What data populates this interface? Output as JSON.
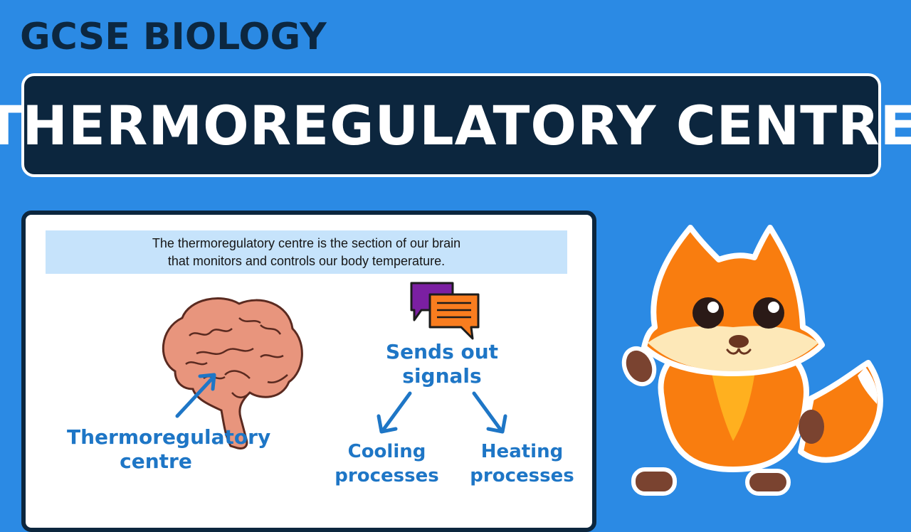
{
  "header": {
    "subject": "GCSE BIOLOGY",
    "title": "THERMOREGULATORY CENTRE"
  },
  "card": {
    "definition_line1": "The thermoregulatory centre is the section of our brain",
    "definition_line2": "that monitors and controls our body temperature.",
    "brain_label_line1": "Thermoregulatory",
    "brain_label_line2": "centre",
    "signals_label_line1": "Sends out",
    "signals_label_line2": "signals",
    "cooling_line1": "Cooling",
    "cooling_line2": "processes",
    "heating_line1": "Heating",
    "heating_line2": "processes"
  },
  "icons": {
    "brain": "brain-icon",
    "speech": "speech-bubbles-icon",
    "mascot": "fox-mascot"
  },
  "colors": {
    "background": "#2b8ae4",
    "dark": "#0c263e",
    "label_blue": "#1e76c6",
    "definition_bg": "#c6e3fb",
    "fox_orange": "#f97d0f"
  }
}
